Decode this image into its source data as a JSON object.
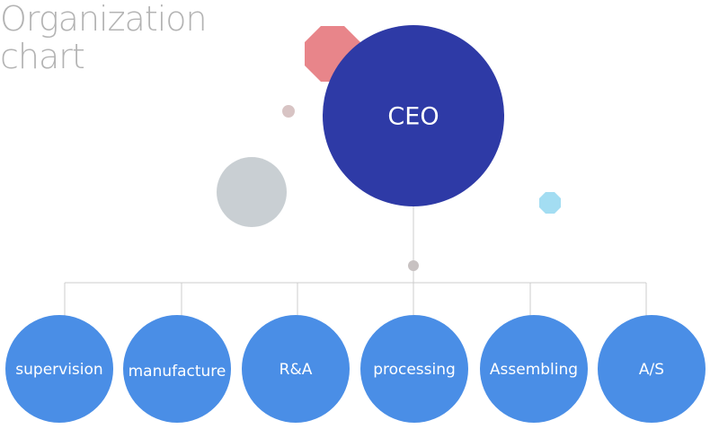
{
  "title": {
    "line1": "Organization",
    "line2": "chart"
  },
  "ceo": {
    "label": "CEO"
  },
  "departments": [
    {
      "label": "supervision"
    },
    {
      "label": "manufacture"
    },
    {
      "label": "R&A"
    },
    {
      "label": "processing"
    },
    {
      "label": "Assembling"
    },
    {
      "label": "A/S"
    }
  ],
  "colors": {
    "ceo": "#2e3aa6",
    "department": "#4a8ee6",
    "connector": "#cccccc",
    "accent_red": "#e8858a",
    "accent_gray": "#c9cfd3",
    "accent_blue": "#a3ddf2",
    "accent_dot": "#d8c4c4"
  }
}
